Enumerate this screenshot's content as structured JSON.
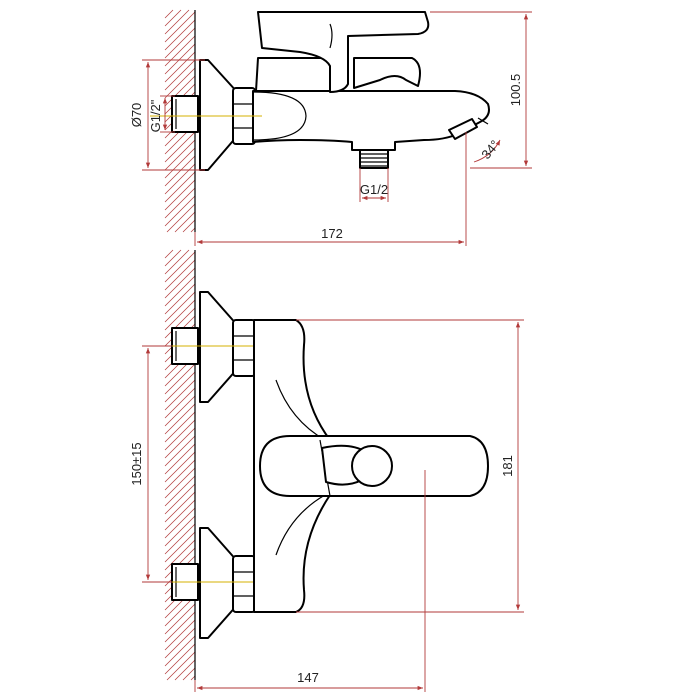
{
  "colors": {
    "outline": "#000000",
    "dimension": "#b23a3a",
    "centerline": "#d4b000",
    "background": "#ffffff"
  },
  "side_view": {
    "dimensions": {
      "flange_diameter": "Ø70",
      "inlet_thread": "G1/2\"",
      "height": "100.5",
      "spout_thread": "G1/2",
      "depth": "172",
      "spout_angle": "34°"
    }
  },
  "front_view": {
    "dimensions": {
      "inlet_spacing": "150±15",
      "height": "181",
      "projection": "147"
    }
  }
}
